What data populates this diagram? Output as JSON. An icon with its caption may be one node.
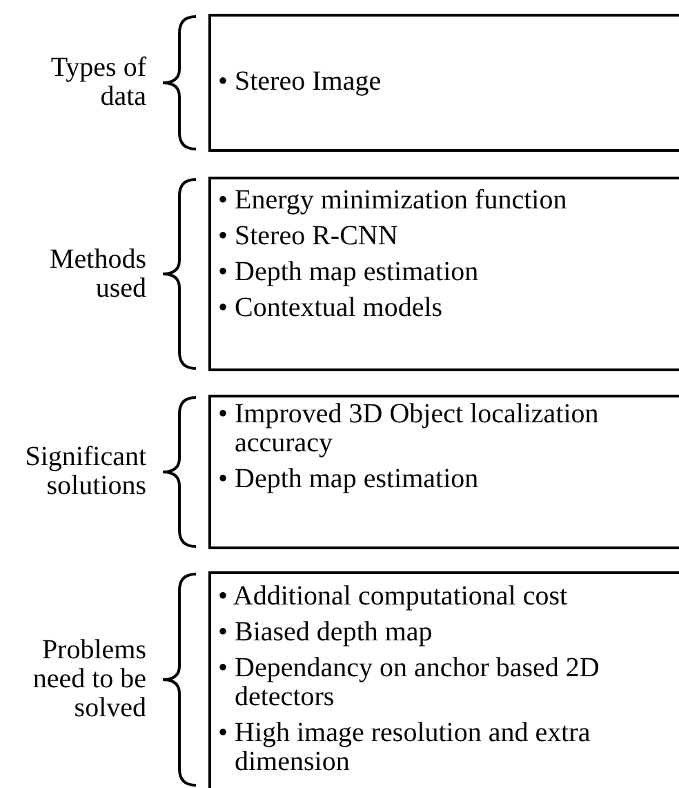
{
  "diagram": {
    "nodes": [
      {
        "text": [
          "• Stereo Image"
        ],
        "beside": [
          "Types of data"
        ]
      },
      {
        "text": [
          "• Energy minimization function",
          "• Stereo R-CNN",
          "• Depth map estimation",
          "• Contextual models"
        ],
        "beside": [
          "Methods used"
        ]
      },
      {
        "text": [
          "• Improved 3D Object localization accuracy",
          "• Depth map estimation"
        ],
        "beside": [
          "Significant solutions"
        ]
      },
      {
        "text": [
          "• Additional computational cost",
          "• Biased depth map",
          "• Dependancy on anchor based 2D detectors",
          "• High image resolution and extra dimension"
        ],
        "beside": [
          "Problems need to be solved"
        ]
      }
    ]
  }
}
